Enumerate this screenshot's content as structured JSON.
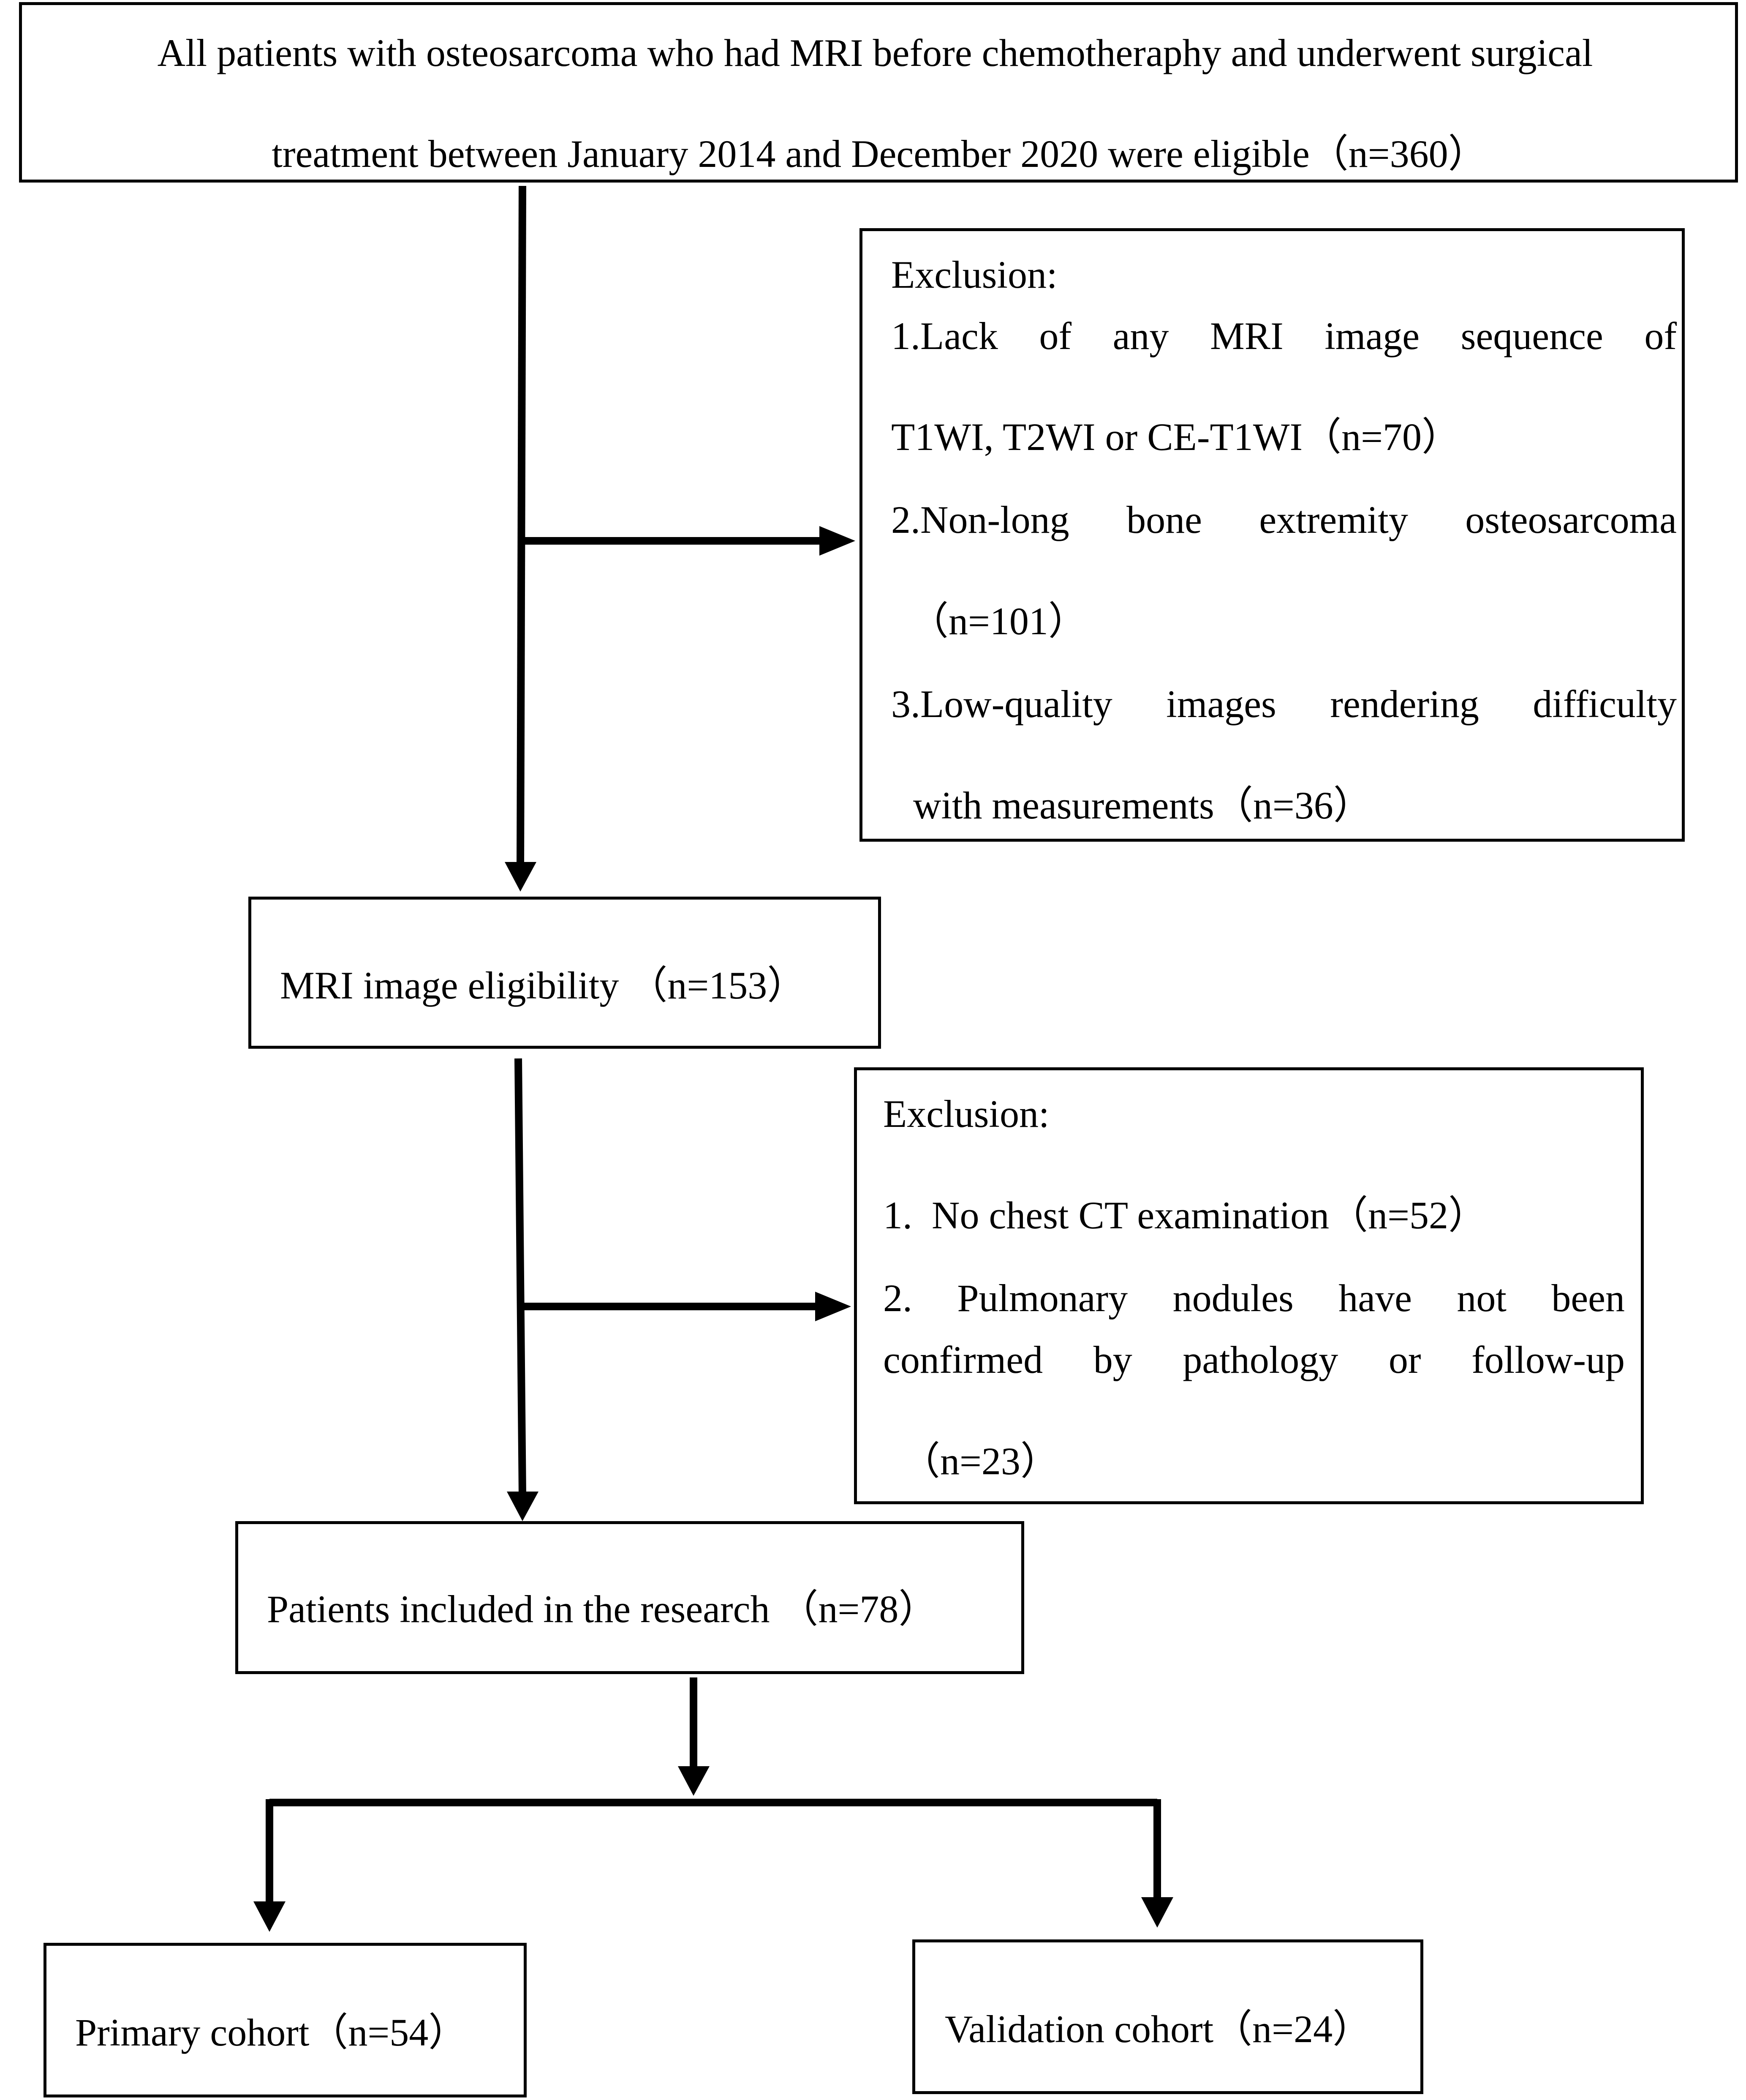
{
  "flowchart": {
    "eligible_box": {
      "line1": "All patients with osteosarcoma who had MRI before chemotheraphy and underwent surgical",
      "line2": "treatment between January 2014 and December 2020 were eligible（n=360）"
    },
    "exclusion_1": {
      "heading": "Exclusion:",
      "lines": [
        "1.Lack of any MRI image sequence of",
        "T1WI, T2WI or CE-T1WI（n=70）",
        "2.Non-long bone extremity osteosarcoma",
        "（n=101）",
        "3.Low-quality images rendering difficulty",
        "with measurements（n=36）"
      ]
    },
    "mri_box": {
      "label": "MRI image eligibility （n=153）"
    },
    "exclusion_2": {
      "heading": "Exclusion:",
      "lines": [
        "1.  No chest CT examination（n=52）",
        "2. Pulmonary nodules have not been",
        "confirmed by pathology or follow-up",
        "（n=23）"
      ]
    },
    "included_box": {
      "label": "Patients included in the research （n=78）"
    },
    "primary_box": {
      "label": "Primary cohort（n=54）"
    },
    "validation_box": {
      "label": "Validation cohort（n=24）"
    }
  }
}
